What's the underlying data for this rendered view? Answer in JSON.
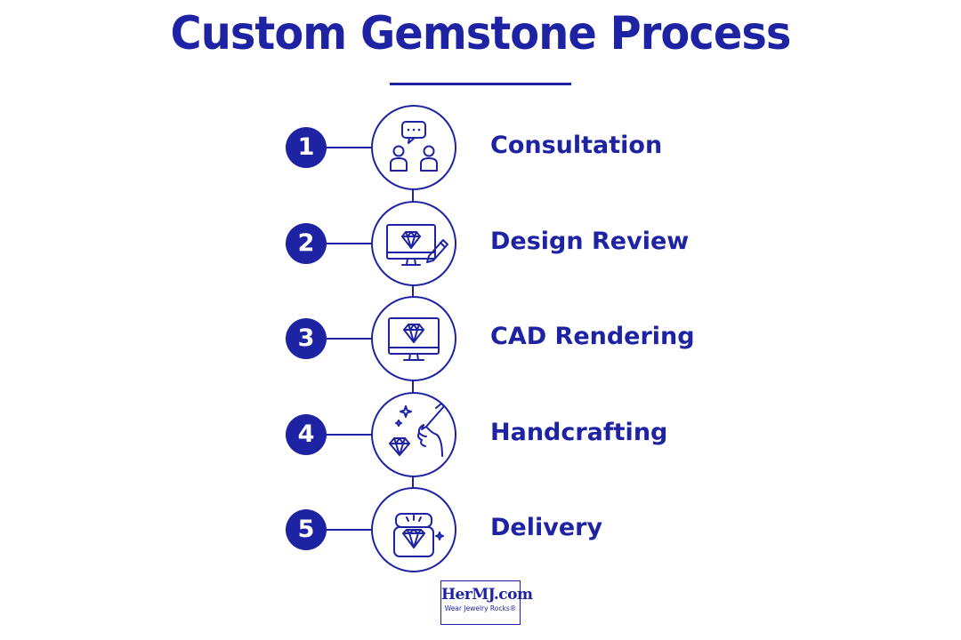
{
  "title": "Custom Gemstone Process",
  "accent_color": "#1d23a3",
  "steps": [
    {
      "number": "1",
      "label": "Consultation",
      "icon": "consultation-chat-icon"
    },
    {
      "number": "2",
      "label": "Design Review",
      "icon": "monitor-diamond-pencil-icon"
    },
    {
      "number": "3",
      "label": "CAD Rendering",
      "icon": "monitor-diamond-icon"
    },
    {
      "number": "4",
      "label": "Handcrafting",
      "icon": "hand-tool-diamond-icon"
    },
    {
      "number": "5",
      "label": "Delivery",
      "icon": "ring-box-diamond-icon"
    }
  ],
  "logo": {
    "name": "HerMJ.com",
    "tagline": "Wear Jewelry Rocks®"
  }
}
